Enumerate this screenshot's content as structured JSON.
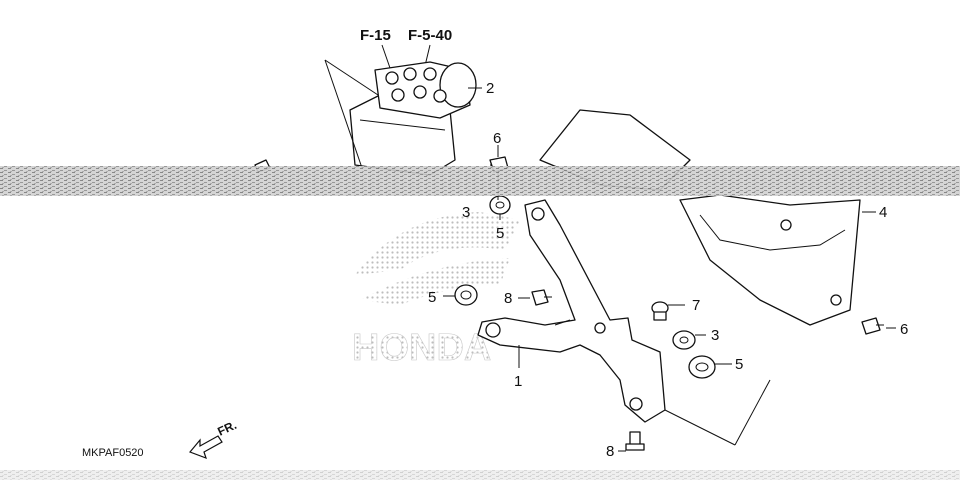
{
  "diagram": {
    "code": "MKPAF0520",
    "front_label": "FR.",
    "watermark": "HONDA",
    "references": [
      "F-15",
      "F-5-40"
    ],
    "callouts": [
      {
        "id": "c-2",
        "text": "2"
      },
      {
        "id": "c-6a",
        "text": "6"
      },
      {
        "id": "c-3a",
        "text": "3"
      },
      {
        "id": "c-5a",
        "text": "5"
      },
      {
        "id": "c-4",
        "text": "4"
      },
      {
        "id": "c-5b",
        "text": "5"
      },
      {
        "id": "c-8a",
        "text": "8"
      },
      {
        "id": "c-7",
        "text": "7"
      },
      {
        "id": "c-3b",
        "text": "3"
      },
      {
        "id": "c-5c",
        "text": "5"
      },
      {
        "id": "c-1",
        "text": "1"
      },
      {
        "id": "c-6b",
        "text": "6"
      },
      {
        "id": "c-8b",
        "text": "8"
      }
    ]
  },
  "colors": {
    "line": "#111111",
    "watermark": "#c8c8c8",
    "band": "#9a9a9a"
  }
}
